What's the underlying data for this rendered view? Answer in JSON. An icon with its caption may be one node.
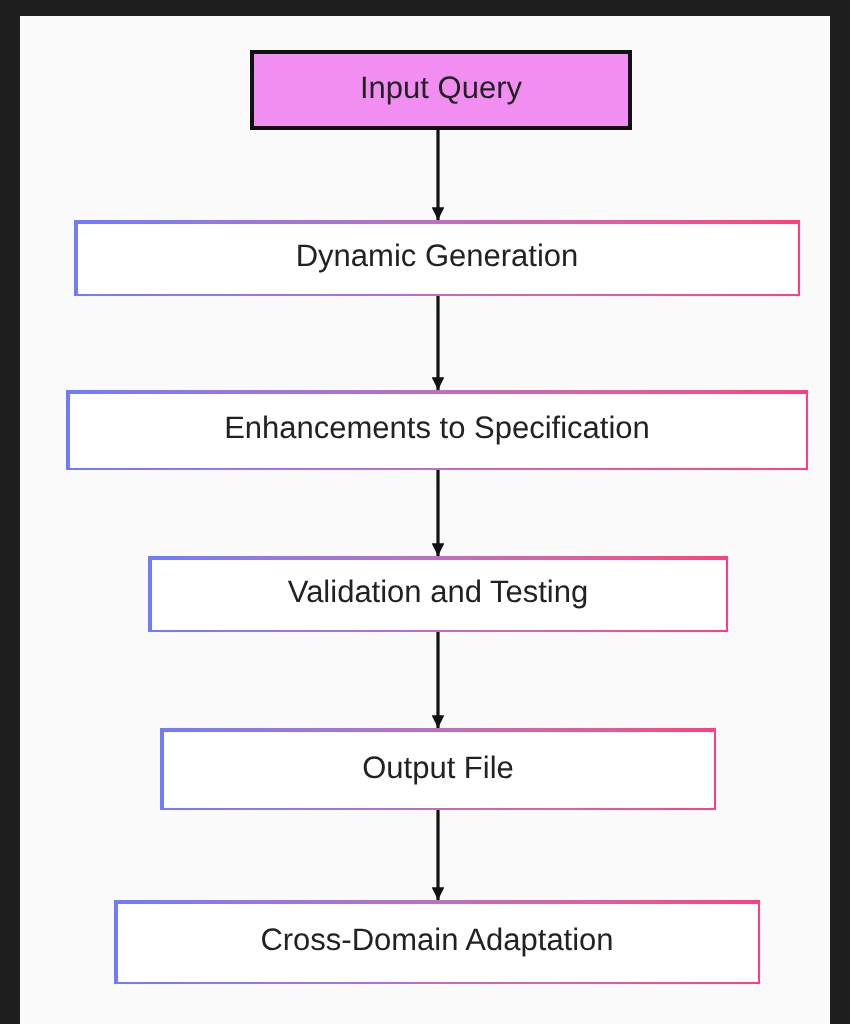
{
  "diagram": {
    "nodes": [
      {
        "text": [
          "Input Query"
        ]
      },
      {
        "text": [
          "Dynamic Generation"
        ]
      },
      {
        "text": [
          "Enhancements to Specification"
        ]
      },
      {
        "text": [
          "Validation and Testing"
        ]
      },
      {
        "text": [
          "Output File"
        ]
      },
      {
        "text": [
          "Cross-Domain Adaptation"
        ]
      }
    ],
    "edges": [
      {
        "from": 0,
        "to": 1,
        "arrow": "to"
      },
      {
        "from": 1,
        "to": 2,
        "arrow": "to"
      },
      {
        "from": 2,
        "to": 3,
        "arrow": "to"
      },
      {
        "from": 3,
        "to": 4,
        "arrow": "to"
      },
      {
        "from": 4,
        "to": 5,
        "arrow": "to"
      }
    ]
  }
}
